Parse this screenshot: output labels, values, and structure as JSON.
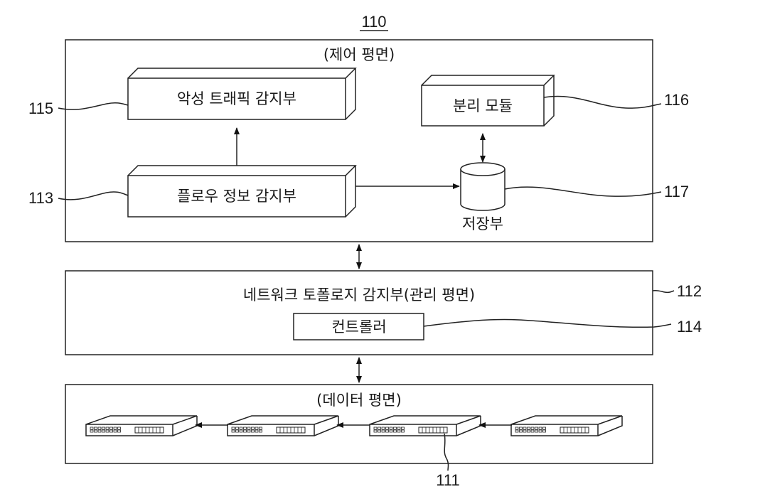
{
  "figure": {
    "ref": "110",
    "control_plane": {
      "title": "(제어 평면)",
      "malicious_traffic_detector": {
        "label": "악성 트래픽 감지부",
        "ref": "115"
      },
      "isolation_module": {
        "label": "분리 모듈",
        "ref": "116"
      },
      "flow_info_detector": {
        "label": "플로우 정보 감지부",
        "ref": "113"
      },
      "storage": {
        "label": "저장부",
        "ref": "117"
      }
    },
    "management_plane": {
      "title": "네트워크 토폴로지 감지부(관리 평면)",
      "ref": "112",
      "controller": {
        "label": "컨트롤러",
        "ref": "114"
      }
    },
    "data_plane": {
      "title": "(데이터 평면)",
      "switch_ref": "111",
      "switch_count": 4
    }
  }
}
